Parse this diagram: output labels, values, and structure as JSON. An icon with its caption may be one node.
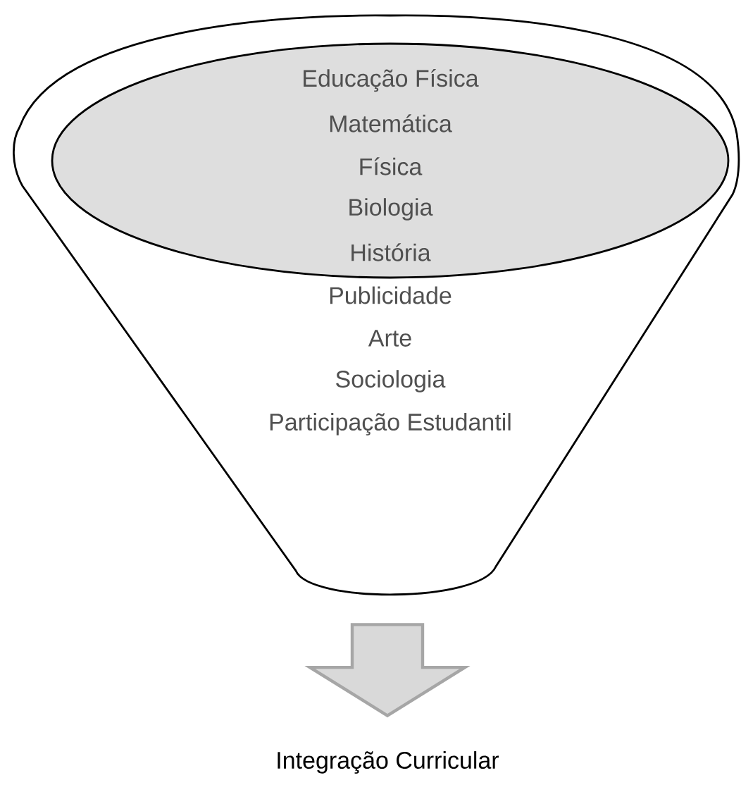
{
  "diagram": {
    "nodes": [
      {
        "text": [
          "Educação Física",
          "Matemática",
          "Física",
          "Biologia",
          "História",
          "Publicidade",
          "Arte",
          "Sociologia",
          "Participação Estudantil"
        ]
      },
      {
        "text": [
          "Integração Curricular"
        ]
      }
    ],
    "edges": [
      {
        "from": 0,
        "to": 1,
        "arrow": "to"
      }
    ]
  }
}
